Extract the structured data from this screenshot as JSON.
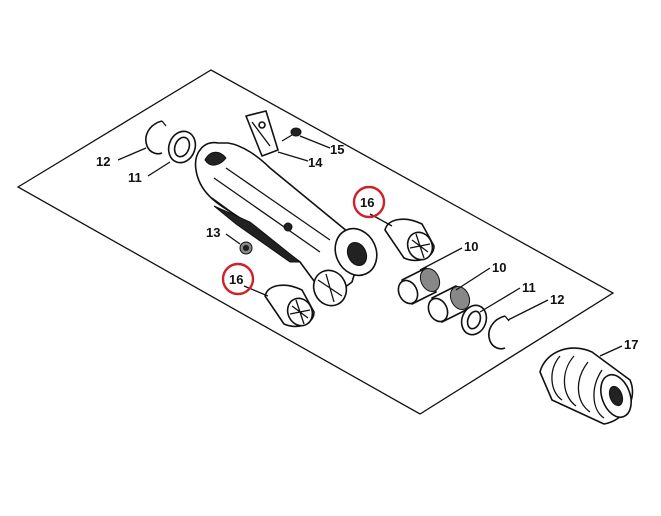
{
  "callouts": [
    {
      "id": "c12a",
      "text": "12"
    },
    {
      "id": "c11a",
      "text": "11"
    },
    {
      "id": "c15",
      "text": "15"
    },
    {
      "id": "c14",
      "text": "14"
    },
    {
      "id": "c16a",
      "text": "16"
    },
    {
      "id": "c13",
      "text": "13"
    },
    {
      "id": "c16b",
      "text": "16"
    },
    {
      "id": "c10a",
      "text": "10"
    },
    {
      "id": "c10b",
      "text": "10"
    },
    {
      "id": "c11b",
      "text": "11"
    },
    {
      "id": "c12b",
      "text": "12"
    },
    {
      "id": "c17",
      "text": "17"
    }
  ],
  "highlight_color": "#d0202a"
}
